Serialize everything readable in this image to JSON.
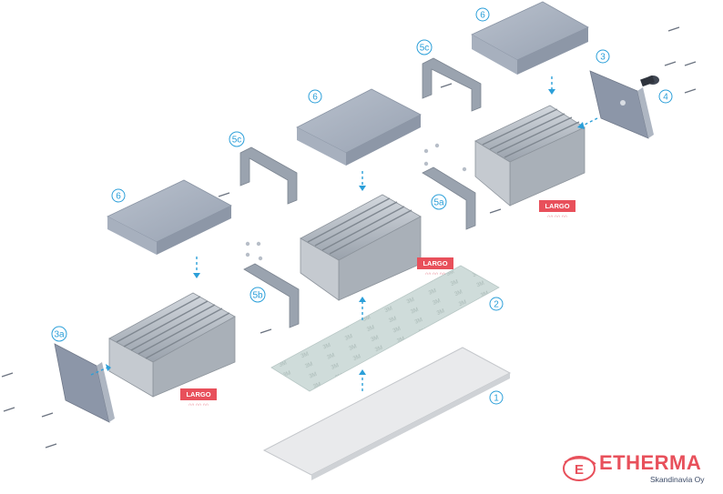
{
  "callouts": {
    "c1": "1",
    "c2": "2",
    "c3": "3",
    "c3a": "3a",
    "c4": "4",
    "c5a": "5a",
    "c5b": "5b",
    "c5c_left": "5c",
    "c5c_right": "5c",
    "c6_left": "6",
    "c6_mid": "6",
    "c6_right": "6"
  },
  "labels": {
    "largo": "LARGO",
    "largo_sub": "∩∩ ∩∩ ∩∩"
  },
  "brand": {
    "name": "ETHERMA",
    "subtitle": "Skandinavia Oy",
    "logo_letter": "E",
    "color": "#e8505b"
  },
  "colors": {
    "callout": "#2b9fd9",
    "arrow": "#2b9fd9",
    "cover": "#9ea8b8",
    "profile": "#b8bec6",
    "tape": "#c8d8d6",
    "badge": "#e8505b"
  }
}
